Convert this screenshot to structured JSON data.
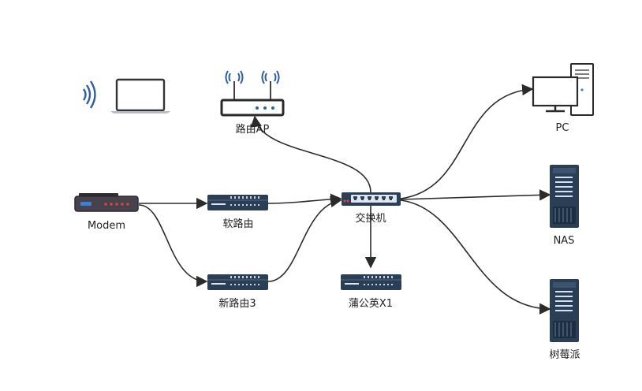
{
  "diagram": {
    "nodes": [
      {
        "id": "laptop",
        "icon": "laptop-wifi-icon",
        "label": ""
      },
      {
        "id": "ap",
        "icon": "wireless-router-icon",
        "label": "路由AP"
      },
      {
        "id": "pc",
        "icon": "desktop-pc-icon",
        "label": "PC"
      },
      {
        "id": "modem",
        "icon": "modem-icon",
        "label": "Modem"
      },
      {
        "id": "soft-router",
        "icon": "network-router-icon",
        "label": "软路由"
      },
      {
        "id": "switch",
        "icon": "network-switch-icon",
        "label": "交换机"
      },
      {
        "id": "nas",
        "icon": "server-icon",
        "label": "NAS"
      },
      {
        "id": "new-router",
        "icon": "network-router-icon",
        "label": "新路由3"
      },
      {
        "id": "pgy",
        "icon": "network-router-icon",
        "label": "蒲公英X1"
      },
      {
        "id": "raspberry-pi",
        "icon": "server-icon",
        "label": "树莓派"
      }
    ],
    "edges": [
      {
        "from": "modem",
        "to": "soft-router"
      },
      {
        "from": "modem",
        "to": "new-router"
      },
      {
        "from": "soft-router",
        "to": "switch"
      },
      {
        "from": "new-router",
        "to": "switch"
      },
      {
        "from": "switch",
        "to": "ap"
      },
      {
        "from": "switch",
        "to": "pc"
      },
      {
        "from": "switch",
        "to": "nas"
      },
      {
        "from": "switch",
        "to": "raspberry-pi"
      },
      {
        "from": "switch",
        "to": "pgy"
      }
    ],
    "colors": {
      "line": "#2b2b2b",
      "device_dark": "#2a3f56",
      "device_mid": "#3b556f",
      "wifi_blue": "#2f5f9f",
      "modem_red": "#e0473a",
      "modem_blue": "#3d7fd6"
    }
  }
}
